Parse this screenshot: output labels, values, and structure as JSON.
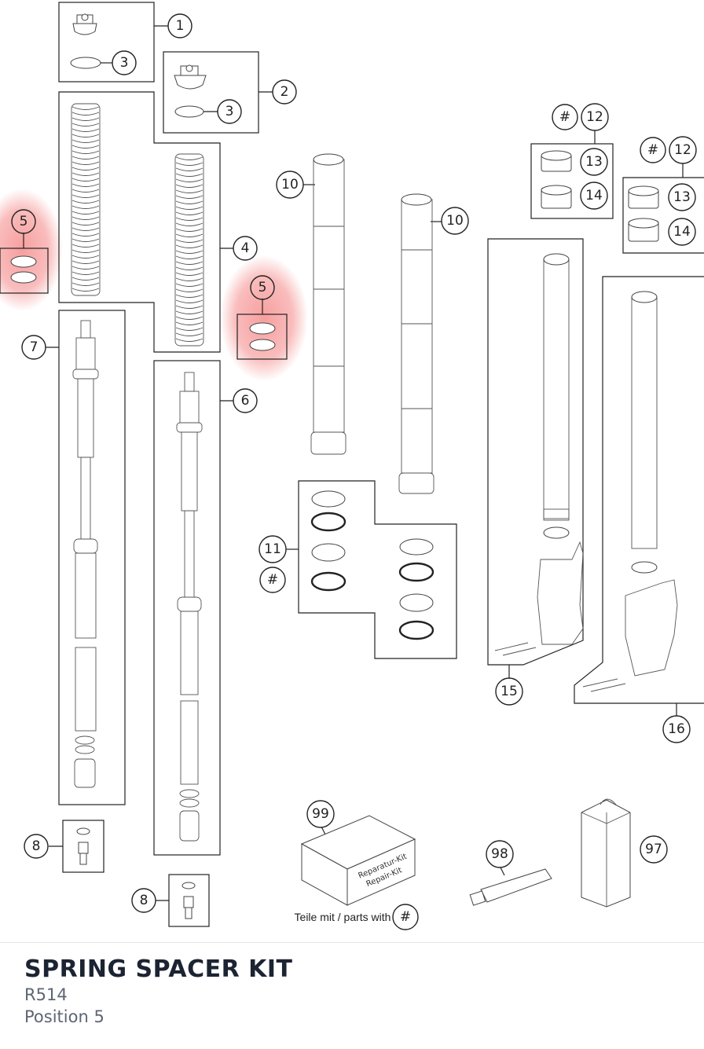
{
  "diagram": {
    "highlight_color": "#f05050",
    "callouts": {
      "c1": "1",
      "c2": "2",
      "c3a": "3",
      "c3b": "3",
      "c4": "4",
      "c5a": "5",
      "c5b": "5",
      "c6": "6",
      "c7": "7",
      "c8a": "8",
      "c8b": "8",
      "c10a": "10",
      "c10b": "10",
      "c11": "11",
      "c11hash": "#",
      "c12a": "12",
      "c12hash_a": "#",
      "c13a": "13",
      "c14a": "14",
      "c12b": "12",
      "c12hash_b": "#",
      "c13b": "13",
      "c14b": "14",
      "c15": "15",
      "c16": "16",
      "c97": "97",
      "c98": "98",
      "c99": "99",
      "cparts_hash": "#"
    },
    "parts_with_label": "Teile mit / parts with",
    "box_label_line1": "Reparatur-Kit",
    "box_label_line2": "Repair-Kit"
  },
  "part_info": {
    "title": "SPRING SPACER KIT",
    "code": "R514",
    "position": "Position 5"
  }
}
